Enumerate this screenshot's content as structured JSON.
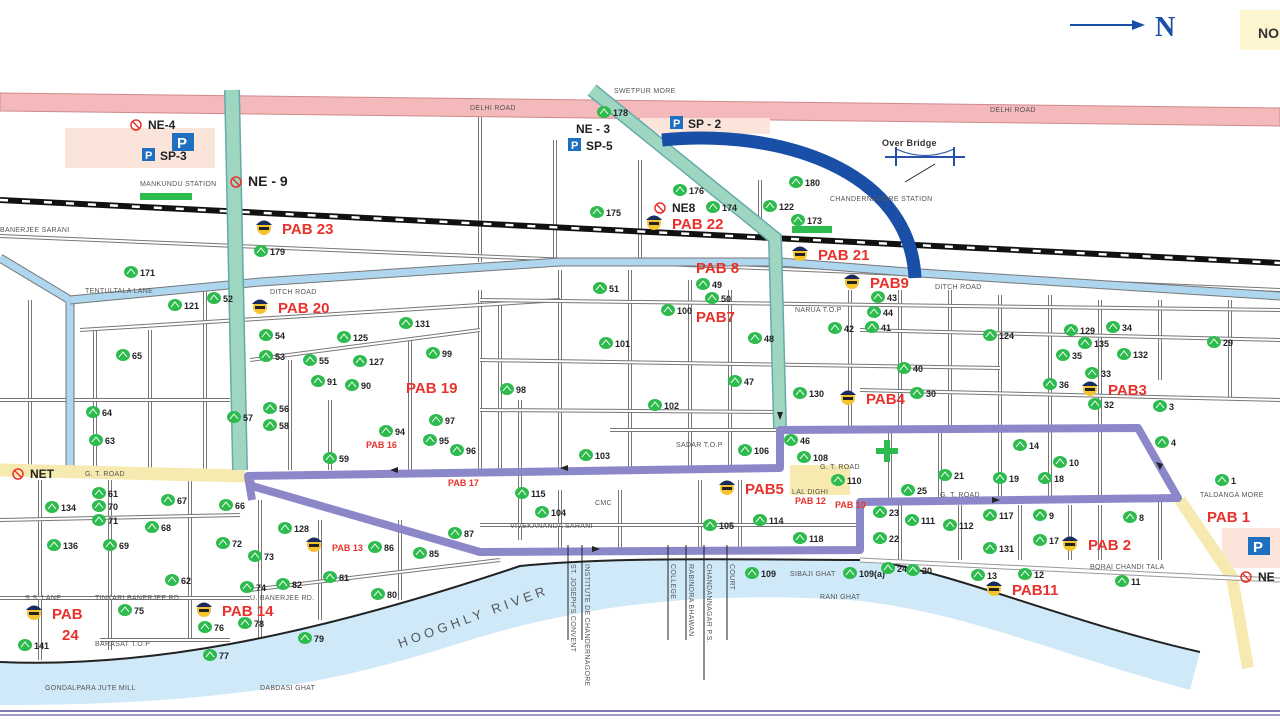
{
  "compass": {
    "label": "N",
    "color": "#1a4fa8"
  },
  "legend_box": {
    "text": "NO"
  },
  "colors": {
    "delhi_road": "#f3b9bb",
    "green_road": "#9fd6c2",
    "route": "#8b87c9",
    "gt_road": "#f7eab0",
    "river": "#cfe9f8",
    "canal": "#aed6ee",
    "overbridge": "#1a4fa8",
    "pab_label": "#e8322c",
    "tree_marker": "#2dbb4e"
  },
  "places": [
    "SWETPUR MORE",
    "DELHI ROAD",
    "DELHI ROAD",
    "MANKUNDU STATION",
    "BANERJEE SARANI",
    "TENTULTALA LANE",
    "DITCH ROAD",
    "DITCH ROAD",
    "CHANDERNAGORE STATION",
    "Over Bridge",
    "NARUA T.O.P",
    "SADAR T.O.P",
    "LAL DIGHI",
    "CMC",
    "VIVEKANANDA SARANI",
    "G. T. ROAD",
    "TINKARI BANERJEE RD.",
    "U. BANERJEE RD.",
    "S.S. LANE",
    "BARASAT T.O.P",
    "GONDALPARA JUTE MILL",
    "DABDASI GHAT",
    "SIBAJI GHAT",
    "RANI GHAT",
    "TALDANGA MORE",
    "BORAI CHANDI TALA",
    "G. T. ROAD",
    "G. T. ROAD"
  ],
  "vertical_places": [
    "ST. JOSEPH'S CONVENT",
    "INSTITUTE DE CHANDERNAGORE",
    "COLLEGE",
    "RABINDRA BHAWAN",
    "CHANDANNAGAR P.S.",
    "COURT"
  ],
  "river_label": "HOOGHLY RIVER",
  "checkpoints": [
    "NE-4",
    "SP-3",
    "NE - 9",
    "NE - 3",
    "SP-5",
    "SP - 2",
    "NE8",
    "NET",
    "NE"
  ],
  "pab": [
    "PAB 23",
    "PAB 22",
    "PAB 21",
    "PAB 8",
    "PAB9",
    "PAB 20",
    "PAB7",
    "PAB 19",
    "PAB4",
    "PAB3",
    "PAB 16",
    "PAB 1",
    "PAB 2",
    "PAB11",
    "PAB",
    "24",
    "PAB 14",
    "PAB 13",
    "PAB5",
    "PAB 17",
    "PAB 12",
    "PAB 10"
  ],
  "markers": [
    "178",
    "175",
    "176",
    "174",
    "180",
    "122",
    "173",
    "179",
    "171",
    "121",
    "51",
    "49",
    "43",
    "44",
    "41",
    "100",
    "101",
    "48",
    "42",
    "54",
    "125",
    "131",
    "99",
    "55",
    "127",
    "53",
    "91",
    "90",
    "47",
    "130",
    "40",
    "30",
    "124",
    "129",
    "135",
    "34",
    "33",
    "36",
    "35",
    "132",
    "29",
    "3",
    "32",
    "98",
    "97",
    "94",
    "95",
    "96",
    "102",
    "103",
    "57",
    "56",
    "58",
    "59",
    "64",
    "63",
    "65",
    "46",
    "108",
    "106",
    "115",
    "104",
    "105",
    "114",
    "118",
    "134",
    "136",
    "61",
    "70",
    "71",
    "67",
    "68",
    "69",
    "66",
    "72",
    "128",
    "73",
    "62",
    "74",
    "82",
    "81",
    "80",
    "86",
    "85",
    "87",
    "75",
    "76",
    "78",
    "77",
    "79",
    "141",
    "109",
    "109(a)",
    "24",
    "20",
    "13",
    "12",
    "11",
    "8",
    "1",
    "4",
    "110",
    "52",
    "50",
    "25",
    "23",
    "22",
    "21",
    "111",
    "112",
    "117",
    "131",
    "19",
    "18",
    "10",
    "9",
    "17",
    "14"
  ]
}
